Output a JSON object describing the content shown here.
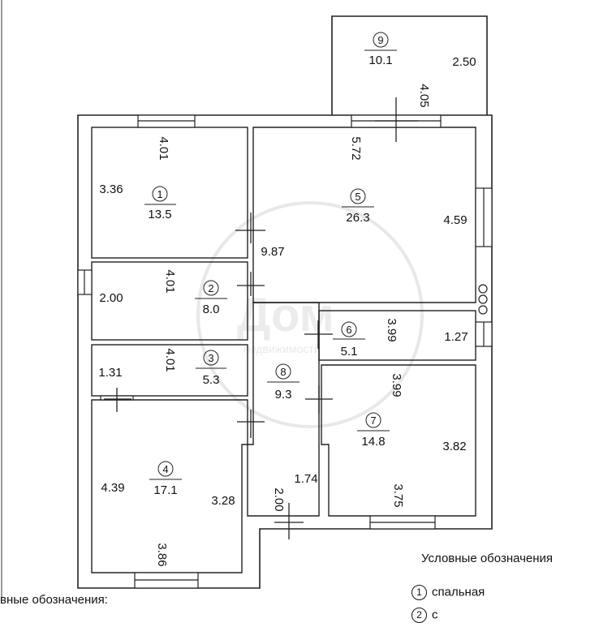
{
  "rooms": [
    {
      "id": "1",
      "area": "13.5"
    },
    {
      "id": "2",
      "area": "8.0"
    },
    {
      "id": "3",
      "area": "5.3"
    },
    {
      "id": "4",
      "area": "17.1"
    },
    {
      "id": "5",
      "area": "26.3"
    },
    {
      "id": "6",
      "area": "5.1"
    },
    {
      "id": "7",
      "area": "14.8"
    },
    {
      "id": "8",
      "area": "9.3"
    },
    {
      "id": "9",
      "area": "10.1"
    }
  ],
  "dimensions": {
    "r9_width": "2.50",
    "r9_depth": "4.05",
    "r1_width": "4.01",
    "r1_height": "3.36",
    "r2_width": "4.01",
    "r2_height": "2.00",
    "r3_width": "4.01",
    "r3_height": "1.31",
    "r4_height": "4.39",
    "r4_inner": "3.28",
    "r4_bottom": "3.86",
    "r5_width": "5.72",
    "r5_height": "4.59",
    "corridor_length": "9.87",
    "r6_width": "3.99",
    "r6_height": "1.27",
    "r7_width": "3.99",
    "r7_height": "3.82",
    "r7_bottom": "3.75",
    "nook_width": "1.74",
    "nook_depth": "2.00"
  },
  "legend": {
    "title": "Условные обозначения",
    "title_cut": "вные обозначения:",
    "items": [
      {
        "num": "1",
        "label": "спальная"
      },
      {
        "num": "2",
        "label": "с"
      }
    ]
  },
  "watermark": "Дом недвижимости",
  "colors": {
    "line": "#222222",
    "watermark": "#e6e6e6"
  }
}
